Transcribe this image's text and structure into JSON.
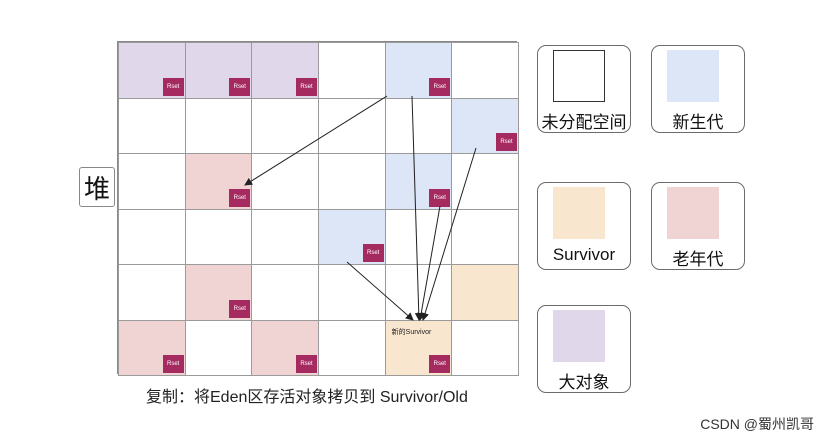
{
  "heap_label": "堆",
  "grid": {
    "rows": 6,
    "cols": 6,
    "cells": [
      {
        "row": 0,
        "col": 0,
        "type": "humongous",
        "rset": true
      },
      {
        "row": 0,
        "col": 1,
        "type": "humongous",
        "rset": true
      },
      {
        "row": 0,
        "col": 2,
        "type": "humongous",
        "rset": true
      },
      {
        "row": 0,
        "col": 4,
        "type": "eden",
        "rset": true
      },
      {
        "row": 1,
        "col": 5,
        "type": "eden",
        "rset": true
      },
      {
        "row": 2,
        "col": 1,
        "type": "old",
        "rset": true
      },
      {
        "row": 2,
        "col": 4,
        "type": "eden",
        "rset": true
      },
      {
        "row": 3,
        "col": 3,
        "type": "eden",
        "rset": true
      },
      {
        "row": 4,
        "col": 1,
        "type": "old",
        "rset": true
      },
      {
        "row": 4,
        "col": 5,
        "type": "survivor",
        "rset": false
      },
      {
        "row": 5,
        "col": 0,
        "type": "old",
        "rset": true
      },
      {
        "row": 5,
        "col": 2,
        "type": "old",
        "rset": true
      },
      {
        "row": 5,
        "col": 4,
        "type": "survivor",
        "rset": true,
        "note": "新的Survivor"
      }
    ]
  },
  "rset_label": "Rset",
  "caption": "复制：将Eden区存活对象拷贝到 Survivor/Old",
  "legend": [
    {
      "type": "free",
      "label": "未分配空间"
    },
    {
      "type": "eden",
      "label": "新生代"
    },
    {
      "type": "survivor",
      "label": "Survivor"
    },
    {
      "type": "old",
      "label": "老年代"
    },
    {
      "type": "humongous",
      "label": "大对象"
    }
  ],
  "colors": {
    "free": "#ffffff",
    "eden": "#dde6f6",
    "survivor": "#f9e6cf",
    "old": "#efd4d3",
    "humongous": "#e0d8ea",
    "rset": "#a52a60"
  },
  "watermark": "CSDN @蜀州凯哥"
}
